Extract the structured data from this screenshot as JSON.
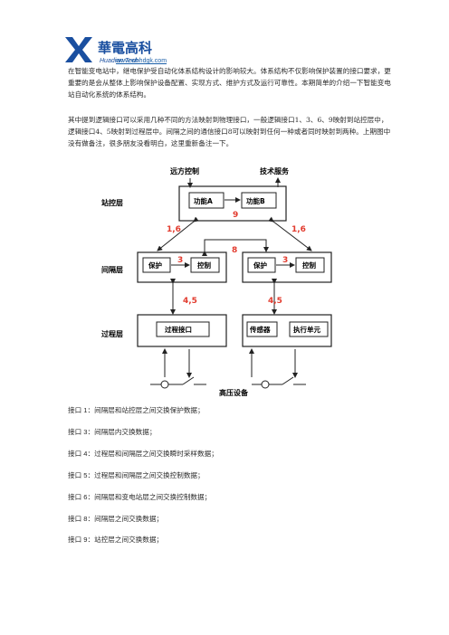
{
  "logo": {
    "cn": "華電高科",
    "en": "Huadian Tech",
    "url": "www.whhdgk.com",
    "brand_color": "#1a4fa0"
  },
  "paragraphs": [
    "在智能变电站中，继电保护受自动化体系结构设计的影响较大。体系结构不仅影响保护装置的接口要求，更重要的是会从整体上影响保护设备配置、实现方式、维护方式及运行可靠性。本期简单的介绍一下智能变电站自动化系统的体系结构。",
    "其中提到逻辑接口可以采用几种不同的方法映射到物理接口，一般逻辑接口1、3、6、9映射到站控层中，逻辑接口4、5映射到过程层中。间隔之间的通信接口8可以映射到任何一种或者同时映射到两种。上期图中没有做备注，很多朋友没看明白，这里重新备注一下。"
  ],
  "diagram": {
    "top_labels": {
      "remote": "远方控制",
      "tech": "技术服务"
    },
    "layers": {
      "station": "站控层",
      "bay": "间隔层",
      "process": "过程层"
    },
    "station_funcs": {
      "a": "功能A",
      "b": "功能B"
    },
    "bay_left": {
      "protect": "保护",
      "control": "控制"
    },
    "bay_right": {
      "protect": "保护",
      "control": "控制"
    },
    "process_left": "过程接口",
    "process_right": {
      "sensor": "传感器",
      "actuator": "执行单元"
    },
    "hv_label": "高压设备",
    "nums": {
      "n9": "9",
      "n16l": "1,6",
      "n16r": "1,6",
      "n8": "8",
      "n3l": "3",
      "n3r": "3",
      "n45l": "4,5",
      "n45r": "4,5"
    },
    "accent": "#e23b2e"
  },
  "legend": [
    {
      "key": "接口 1：",
      "text": "间隔层和站控层之间交换保护数据；"
    },
    {
      "key": "接口 3：",
      "text": "间隔层内交换数据；"
    },
    {
      "key": "接口 4：",
      "text": "过程层和间隔层之间交换瞬时采样数据；"
    },
    {
      "key": "接口 5：",
      "text": "过程层和间隔层之间交换控制数据；"
    },
    {
      "key": "接口 6：",
      "text": "间隔层和变电站层之间交换控制数据；"
    },
    {
      "key": "接口 8：",
      "text": "间隔层之间交换数据；"
    },
    {
      "key": "接口 9：",
      "text": "站控层之间交换数据；"
    }
  ]
}
